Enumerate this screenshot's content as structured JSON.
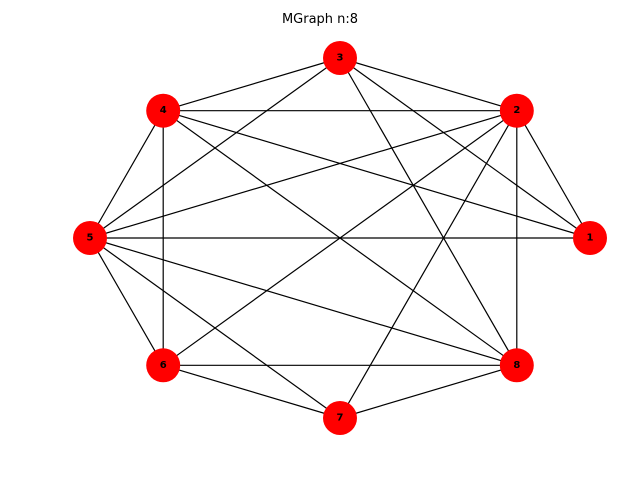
{
  "title": "MGraph n:8",
  "colors": {
    "node": "#ff0000",
    "edge": "#000000",
    "label": "#000000",
    "background": "#ffffff"
  },
  "nodes": [
    "1",
    "2",
    "3",
    "4",
    "5",
    "6",
    "7",
    "8"
  ],
  "edges": [
    [
      "1",
      "2"
    ],
    [
      "1",
      "3"
    ],
    [
      "1",
      "4"
    ],
    [
      "1",
      "5"
    ],
    [
      "2",
      "3"
    ],
    [
      "2",
      "4"
    ],
    [
      "2",
      "5"
    ],
    [
      "2",
      "6"
    ],
    [
      "2",
      "7"
    ],
    [
      "2",
      "8"
    ],
    [
      "3",
      "4"
    ],
    [
      "3",
      "5"
    ],
    [
      "3",
      "8"
    ],
    [
      "4",
      "5"
    ],
    [
      "4",
      "6"
    ],
    [
      "4",
      "8"
    ],
    [
      "5",
      "6"
    ],
    [
      "5",
      "7"
    ],
    [
      "5",
      "8"
    ],
    [
      "6",
      "7"
    ],
    [
      "6",
      "8"
    ],
    [
      "7",
      "8"
    ]
  ]
}
